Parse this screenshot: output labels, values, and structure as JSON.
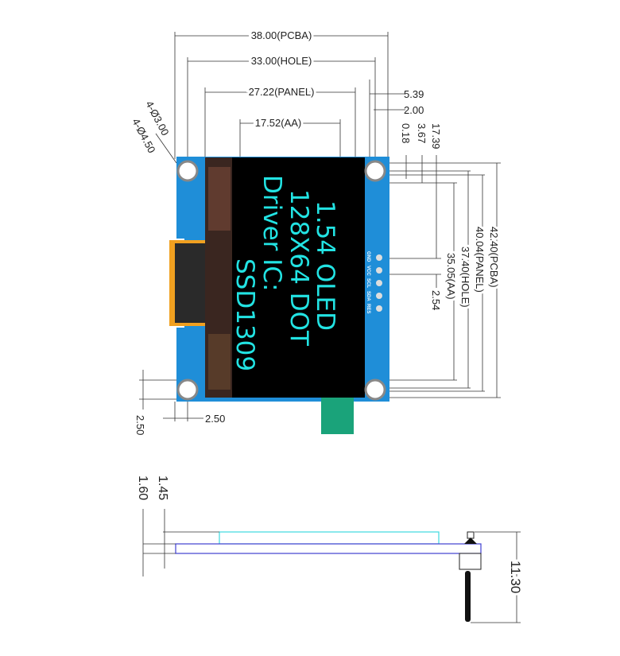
{
  "display_text": {
    "line1": "1.54 OLED",
    "line2": "128X64 DOT",
    "line3": "Driver IC:",
    "line4": "SSD1309"
  },
  "pin_labels": [
    "GND",
    "VCC",
    "SCL",
    "SDA",
    "RES"
  ],
  "top_dimensions": {
    "pcba_width": "38.00(PCBA)",
    "hole_width": "33.00(HOLE)",
    "panel_width": "27.22(PANEL)",
    "aa_width": "17.52(AA)",
    "d1": "5.39",
    "d2": "2.00",
    "d3": "0.18",
    "d4": "3.67",
    "d5": "17.39"
  },
  "hole_spec": {
    "hole": "4-Ø3.00",
    "pad": "4-Ø4.50"
  },
  "right_dimensions": {
    "pcba_height": "42.40(PCBA)",
    "panel_height": "40.04(PANEL)",
    "hole_height": "37.40(HOLE)",
    "aa_height": "35.05(AA)",
    "pin_pitch": "2.54"
  },
  "bottom_dimensions": {
    "h_offset": "2.50",
    "v_offset": "2.50"
  },
  "side_view": {
    "panel_thickness": "1.45",
    "pcb_thickness": "1.60",
    "total_height": "11.30"
  },
  "colors": {
    "pcb": "#1f8ed8",
    "screen": "#000000",
    "text": "#22e3e3",
    "fpc": "#f0a020",
    "connector": "#1aa37a"
  }
}
